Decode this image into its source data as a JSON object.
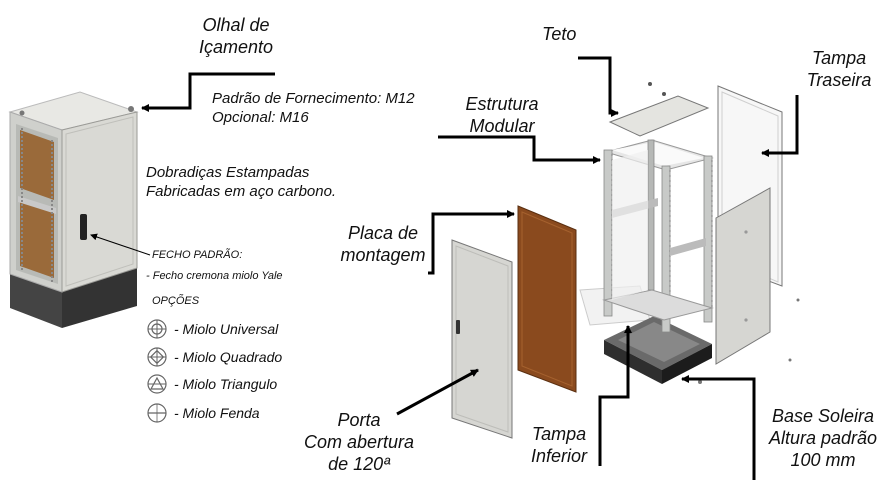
{
  "labels": {
    "olhal_line1": "Olhal de",
    "olhal_line2": "Içamento",
    "fornecimento_line1": "Padrão de Fornecimento: M12",
    "fornecimento_line2": "Opcional: M16",
    "dobradicas_line1": "Dobradiças Estampadas",
    "dobradicas_line2": "Fabricadas em aço carbono.",
    "fecho_title": "FECHO PADRÃO:",
    "fecho_desc": "- Fecho cremona miolo Yale",
    "opcoes_title": "OPÇÕES",
    "teto": "Teto",
    "estrutura_line1": "Estrutura",
    "estrutura_line2": "Modular",
    "tampa_traseira_line1": "Tampa",
    "tampa_traseira_line2": "Traseira",
    "placa_line1": "Placa de",
    "placa_line2": "montagem",
    "porta_line1": "Porta",
    "porta_line2": "Com abertura",
    "porta_line3": "de 120ª",
    "tampa_inferior_line1": "Tampa",
    "tampa_inferior_line2": "Inferior",
    "base_line1": "Base Soleira",
    "base_line2": "Altura padrão",
    "base_line3": "100 mm"
  },
  "options": [
    {
      "label": "- Miolo Universal",
      "icon": "lock-universal-icon"
    },
    {
      "label": "- Miolo Quadrado",
      "icon": "lock-square-icon"
    },
    {
      "label": "- Miolo Triangulo",
      "icon": "lock-triangle-icon"
    },
    {
      "label": "- Miolo  Fenda",
      "icon": "lock-slot-icon"
    }
  ],
  "colors": {
    "cabinet_body": "#d9d9d4",
    "mounting_plate": "#8a4a1e",
    "plinth": "#3a3a3a",
    "frame": "#c8cac8",
    "arrow": "#000000"
  }
}
